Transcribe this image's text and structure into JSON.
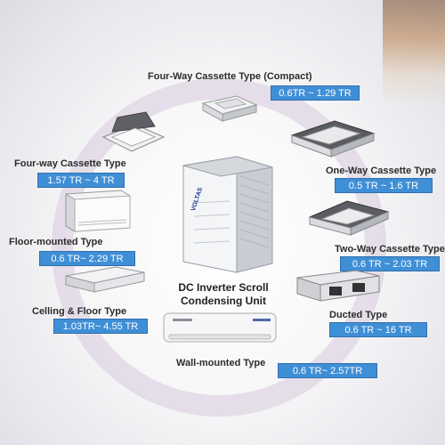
{
  "center": {
    "title_line1": "DC Inverter Scroll",
    "title_line2": "Condensing Unit",
    "brand": "VOLTAS"
  },
  "units": [
    {
      "id": "four-way-compact",
      "label": "Four-Way Cassette Type (Compact)",
      "range": "0.6TR ~ 1.29 TR"
    },
    {
      "id": "four-way",
      "label": "Four-way Cassette Type",
      "range": "1.57 TR ~ 4 TR"
    },
    {
      "id": "one-way",
      "label": "One-Way Cassette Type",
      "range": "0.5 TR ~ 1.6 TR"
    },
    {
      "id": "floor-mounted",
      "label": "Floor-mounted Type",
      "range": "0.6 TR~ 2.29 TR"
    },
    {
      "id": "two-way",
      "label": "Two-Way Cassette Type",
      "range": "0.6 TR ~ 2.03 TR"
    },
    {
      "id": "ceiling-floor",
      "label": "Celling & Floor Type",
      "range": "1.03TR~ 4.55 TR"
    },
    {
      "id": "ducted",
      "label": "Ducted Type",
      "range": "0.6 TR ~ 16 TR"
    },
    {
      "id": "wall-mounted",
      "label": "Wall-mounted Type",
      "range": "0.6  TR~ 2.57TR"
    }
  ],
  "colors": {
    "badge": "#3f8fd6",
    "ring": "#d7c8dc"
  }
}
